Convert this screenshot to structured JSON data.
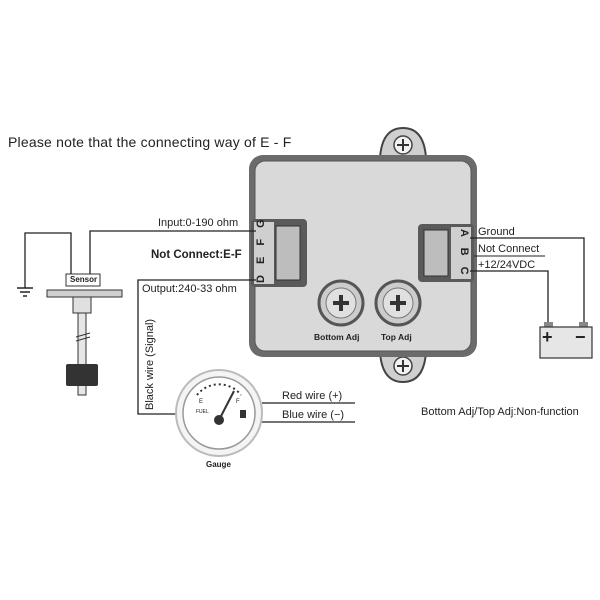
{
  "note": "Please note that the connecting way of E - F",
  "labels": {
    "input": "Input:0-190 ohm",
    "not_connect_ef": "Not Connect:E-F",
    "output": "Output:240-33 ohm",
    "signal_wire": "Black wire (Signal)",
    "ground": "Ground",
    "not_connect": "Not Connect",
    "supply": "+12/24VDC",
    "red_wire": "Red wire (+)",
    "blue_wire": "Blue wire (−)",
    "non_function": "Bottom Adj/Top Adj:Non-function",
    "sensor": "Sensor",
    "gauge": "Gauge"
  },
  "module": {
    "left_terminals": "D E F G",
    "right_terminals": "A B C",
    "bottom_adj": "Bottom Adj",
    "top_adj": "Top Adj"
  },
  "gauge_face": {
    "empty": "E",
    "full": "F",
    "fuel": "FUEL"
  },
  "battery": {
    "plus": "+",
    "minus": "−"
  },
  "colors": {
    "line": "#222222",
    "module_fill": "#d9d9d9",
    "module_border": "#444444"
  }
}
